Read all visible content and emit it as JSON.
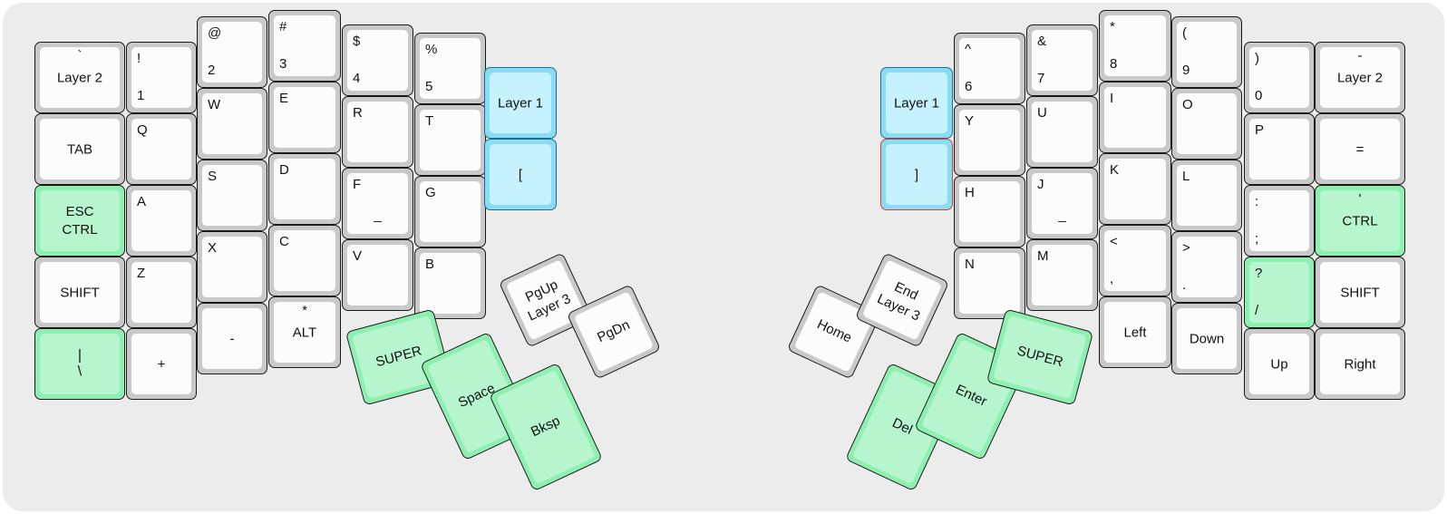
{
  "meta": {
    "title": "Split Ergonomic Keyboard Layout",
    "background": "#ececec",
    "canvas_background": "#ffffff"
  },
  "colors": {
    "key_shell": "#c9c9c9",
    "key_cap": "#fcfcfc",
    "green_shell": "#8ef0b0",
    "green_cap": "#b6f5cd",
    "blue_shell": "#8adcf5",
    "blue_cap": "#c5f2fc",
    "blue_border": "#1b6f8c",
    "selected_border": "#e83a2a",
    "text": "#111111"
  },
  "left_half": {
    "columns": [
      {
        "name": "pinky-outer",
        "keys": [
          {
            "id": "grave-layer2",
            "top": "`",
            "main": "Layer 2",
            "style": "white"
          },
          {
            "id": "tab",
            "top": "",
            "main": "TAB",
            "style": "white"
          },
          {
            "id": "esc-ctrl",
            "top": "ESC",
            "main": "CTRL",
            "style": "green"
          },
          {
            "id": "shift-left",
            "top": "",
            "main": "SHIFT",
            "style": "white"
          },
          {
            "id": "pipe-backslash",
            "top": "|",
            "main": "\\",
            "style": "green"
          }
        ]
      },
      {
        "name": "pinky-inner",
        "keys": [
          {
            "id": "bang-1",
            "top": "!",
            "main": "1",
            "style": "white"
          },
          {
            "id": "q",
            "top": "Q",
            "main": "",
            "style": "white"
          },
          {
            "id": "a",
            "top": "A",
            "main": "",
            "style": "white"
          },
          {
            "id": "z",
            "top": "Z",
            "main": "",
            "style": "white"
          },
          {
            "id": "plus",
            "top": "",
            "main": "+",
            "style": "white"
          }
        ]
      },
      {
        "name": "ring",
        "keys": [
          {
            "id": "at-2",
            "top": "@",
            "main": "2",
            "style": "white"
          },
          {
            "id": "w",
            "top": "W",
            "main": "",
            "style": "white"
          },
          {
            "id": "s",
            "top": "S",
            "main": "",
            "style": "white"
          },
          {
            "id": "x",
            "top": "X",
            "main": "",
            "style": "white"
          },
          {
            "id": "minus",
            "top": "",
            "main": "-",
            "style": "white"
          }
        ]
      },
      {
        "name": "middle",
        "keys": [
          {
            "id": "hash-3",
            "top": "#",
            "main": "3",
            "style": "white"
          },
          {
            "id": "e",
            "top": "E",
            "main": "",
            "style": "white"
          },
          {
            "id": "d",
            "top": "D",
            "main": "",
            "style": "white"
          },
          {
            "id": "c",
            "top": "C",
            "main": "",
            "style": "white"
          },
          {
            "id": "star-alt",
            "top": "*",
            "main": "ALT",
            "style": "white"
          }
        ]
      },
      {
        "name": "index",
        "keys": [
          {
            "id": "dollar-4",
            "top": "$",
            "main": "4",
            "style": "white"
          },
          {
            "id": "r",
            "top": "R",
            "main": "",
            "style": "white"
          },
          {
            "id": "f",
            "top": "F",
            "main": "",
            "underline": "_",
            "style": "white"
          },
          {
            "id": "v",
            "top": "V",
            "main": "",
            "style": "white"
          }
        ]
      },
      {
        "name": "index-inner",
        "keys": [
          {
            "id": "percent-5",
            "top": "%",
            "main": "5",
            "style": "white"
          },
          {
            "id": "t",
            "top": "T",
            "main": "",
            "style": "white"
          },
          {
            "id": "g",
            "top": "G",
            "main": "",
            "style": "white"
          },
          {
            "id": "b",
            "top": "B",
            "main": "",
            "style": "white"
          }
        ]
      },
      {
        "name": "innermost",
        "keys": [
          {
            "id": "layer1-left",
            "top": "",
            "main": "Layer 1",
            "style": "blue"
          },
          {
            "id": "bracket-open",
            "top": "",
            "main": "[",
            "style": "blue"
          }
        ]
      }
    ],
    "thumb": [
      {
        "id": "super-left",
        "main": "SUPER",
        "style": "green",
        "rotation": -15
      },
      {
        "id": "pgup-layer3",
        "main": "PgUp\nLayer 3",
        "style": "white",
        "rotation": -25
      },
      {
        "id": "pgdn",
        "main": "PgDn",
        "style": "white",
        "rotation": -25
      },
      {
        "id": "space",
        "main": "Space",
        "style": "green",
        "rotation": -25
      },
      {
        "id": "bksp",
        "main": "Bksp",
        "style": "green",
        "rotation": -25
      }
    ]
  },
  "right_half": {
    "columns": [
      {
        "name": "innermost",
        "keys": [
          {
            "id": "layer1-right",
            "top": "",
            "main": "Layer 1",
            "style": "blue"
          },
          {
            "id": "bracket-close",
            "top": "",
            "main": "]",
            "style": "blue",
            "selected": true
          }
        ]
      },
      {
        "name": "index-inner",
        "keys": [
          {
            "id": "caret-6",
            "top": "^",
            "main": "6",
            "style": "white"
          },
          {
            "id": "y",
            "top": "Y",
            "main": "",
            "style": "white"
          },
          {
            "id": "h",
            "top": "H",
            "main": "",
            "style": "white"
          },
          {
            "id": "n",
            "top": "N",
            "main": "",
            "style": "white"
          }
        ]
      },
      {
        "name": "index",
        "keys": [
          {
            "id": "amp-7",
            "top": "&",
            "main": "7",
            "style": "white"
          },
          {
            "id": "u",
            "top": "U",
            "main": "",
            "style": "white"
          },
          {
            "id": "j",
            "top": "J",
            "main": "",
            "underline": "_",
            "style": "white"
          },
          {
            "id": "m",
            "top": "M",
            "main": "",
            "style": "white"
          }
        ]
      },
      {
        "name": "middle",
        "keys": [
          {
            "id": "star-8",
            "top": "*",
            "main": "8",
            "style": "white"
          },
          {
            "id": "i",
            "top": "I",
            "main": "",
            "style": "white"
          },
          {
            "id": "k",
            "top": "K",
            "main": "",
            "style": "white"
          },
          {
            "id": "lt-comma",
            "top": "<",
            "main": ",",
            "style": "white"
          },
          {
            "id": "left-arrow",
            "top": "",
            "main": "Left",
            "style": "white"
          }
        ]
      },
      {
        "name": "ring",
        "keys": [
          {
            "id": "paren-9",
            "top": "(",
            "main": "9",
            "style": "white"
          },
          {
            "id": "o",
            "top": "O",
            "main": "",
            "style": "white"
          },
          {
            "id": "l",
            "top": "L",
            "main": "",
            "style": "white"
          },
          {
            "id": "gt-period",
            "top": ">",
            "main": ".",
            "style": "white"
          },
          {
            "id": "down-arrow",
            "top": "",
            "main": "Down",
            "style": "white"
          }
        ]
      },
      {
        "name": "pinky-inner",
        "keys": [
          {
            "id": "paren-0",
            "top": ")",
            "main": "0",
            "style": "white"
          },
          {
            "id": "p",
            "top": "P",
            "main": "",
            "style": "white"
          },
          {
            "id": "colon-semi",
            "top": ":",
            "main": ";",
            "style": "white"
          },
          {
            "id": "question-slash",
            "top": "?",
            "main": "/",
            "style": "green"
          },
          {
            "id": "up-arrow",
            "top": "",
            "main": "Up",
            "style": "white"
          }
        ]
      },
      {
        "name": "pinky-outer",
        "keys": [
          {
            "id": "dash-layer2",
            "top": "-",
            "main": "Layer 2",
            "style": "white"
          },
          {
            "id": "equals",
            "top": "",
            "main": "=",
            "style": "white"
          },
          {
            "id": "quote-ctrl",
            "top": "'",
            "main": "CTRL",
            "style": "green"
          },
          {
            "id": "shift-right",
            "top": "",
            "main": "SHIFT",
            "style": "white"
          },
          {
            "id": "right-arrow",
            "top": "",
            "main": "Right",
            "style": "white"
          }
        ]
      }
    ],
    "thumb": [
      {
        "id": "home",
        "main": "Home",
        "style": "white",
        "rotation": 25
      },
      {
        "id": "end-layer3",
        "main": "End\nLayer 3",
        "style": "white",
        "rotation": 25
      },
      {
        "id": "del",
        "main": "Del",
        "style": "green",
        "rotation": 25
      },
      {
        "id": "enter",
        "main": "Enter",
        "style": "green",
        "rotation": 25
      },
      {
        "id": "super-right",
        "main": "SUPER",
        "style": "green",
        "rotation": 15
      }
    ]
  }
}
